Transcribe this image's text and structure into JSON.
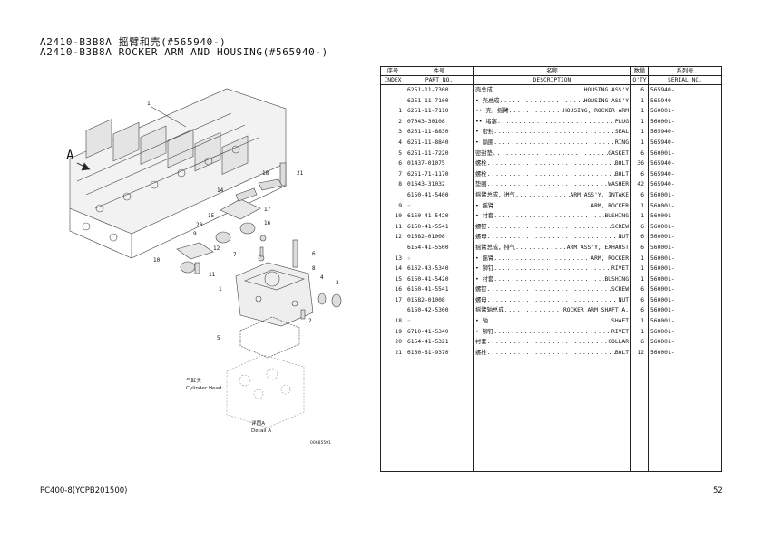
{
  "title": {
    "line1": "A2410-B3B8A 摇臂和壳(#565940-)",
    "line2": "A2410-B3B8A ROCKER ARM AND HOUSING(#565940-)"
  },
  "table": {
    "headers": {
      "index_cn": "序号",
      "index_en": "INDEX",
      "part_cn": "件号",
      "part_en": "PART NO.",
      "desc_cn": "名称",
      "desc_en": "DESCRIPTION",
      "qty_cn": "数量",
      "qty_en": "Q'TY",
      "serial_cn": "系列号",
      "serial_en": "SERIAL NO."
    },
    "rows": [
      {
        "index": "",
        "part": "6251-11-7300",
        "cn": "壳总成",
        "en": "HOUSING ASS'Y",
        "qty": "6",
        "serial": "565940-"
      },
      {
        "index": "",
        "part": "6251-11-7100",
        "cn": "• 壳总成",
        "en": "HOUSING ASS'Y",
        "qty": "1",
        "serial": "565940-"
      },
      {
        "index": "1",
        "part": "6251-11-7110",
        "cn": "•• 壳，摇臂",
        "en": "HOUSING, ROCKER ARM",
        "qty": "1",
        "serial": "560001-"
      },
      {
        "index": "2",
        "part": "07043-30108",
        "cn": "•• 堵塞",
        "en": "PLUG",
        "qty": "1",
        "serial": "560001-"
      },
      {
        "index": "3",
        "part": "6251-11-8830",
        "cn": "• 密封",
        "en": "SEAL",
        "qty": "1",
        "serial": "565940-"
      },
      {
        "index": "4",
        "part": "6251-11-8840",
        "cn": "• 隔圈",
        "en": "RING",
        "qty": "1",
        "serial": "565940-"
      },
      {
        "index": "5",
        "part": "6251-11-7220",
        "cn": "密封垫",
        "en": "GASKET",
        "qty": "6",
        "serial": "560001-"
      },
      {
        "index": "6",
        "part": "01437-01075",
        "cn": "螺栓",
        "en": "BOLT",
        "qty": "36",
        "serial": "565940-"
      },
      {
        "index": "7",
        "part": "6251-71-1170",
        "cn": "螺栓",
        "en": "BOLT",
        "qty": "6",
        "serial": "565940-"
      },
      {
        "index": "8",
        "part": "01643-31032",
        "cn": "垫圈",
        "en": "WASHER",
        "qty": "42",
        "serial": "565940-"
      },
      {
        "index": "",
        "part": "6150-41-5400",
        "cn": "摇臂总成，进气",
        "en": "ARM ASS'Y, INTAKE",
        "qty": "6",
        "serial": "560001-"
      },
      {
        "index": "9",
        "part": "☆",
        "cn": "• 摇臂",
        "en": "ARM, ROCKER",
        "qty": "1",
        "serial": "560001-"
      },
      {
        "index": "10",
        "part": "6150-41-5420",
        "cn": "• 衬套",
        "en": "BUSHING",
        "qty": "1",
        "serial": "560001-"
      },
      {
        "index": "11",
        "part": "6150-41-5541",
        "cn": "螺钉",
        "en": "SCREW",
        "qty": "6",
        "serial": "560001-"
      },
      {
        "index": "12",
        "part": "01582-01008",
        "cn": "螺母",
        "en": "NUT",
        "qty": "6",
        "serial": "560001-"
      },
      {
        "index": "",
        "part": "6154-41-5500",
        "cn": "摇臂总成，排气",
        "en": "ARM ASS'Y, EXHAUST",
        "qty": "6",
        "serial": "560001-"
      },
      {
        "index": "13",
        "part": "☆",
        "cn": "• 摇臂",
        "en": "ARM, ROCKER",
        "qty": "1",
        "serial": "560001-"
      },
      {
        "index": "14",
        "part": "6162-43-5340",
        "cn": "• 铆钉",
        "en": "RIVET",
        "qty": "1",
        "serial": "560001-"
      },
      {
        "index": "15",
        "part": "6150-41-5420",
        "cn": "• 衬套",
        "en": "BUSHING",
        "qty": "1",
        "serial": "560001-"
      },
      {
        "index": "16",
        "part": "6150-41-5541",
        "cn": "螺钉",
        "en": "SCREW",
        "qty": "6",
        "serial": "560001-"
      },
      {
        "index": "17",
        "part": "01582-01008",
        "cn": "螺母",
        "en": "NUT",
        "qty": "6",
        "serial": "560001-"
      },
      {
        "index": "",
        "part": "6150-42-5300",
        "cn": "摇臂轴总成",
        "en": "ROCKER ARM SHAFT A.",
        "qty": "6",
        "serial": "560001-"
      },
      {
        "index": "18",
        "part": "☆",
        "cn": "• 轴",
        "en": "SHAFT",
        "qty": "1",
        "serial": "560001-"
      },
      {
        "index": "19",
        "part": "6710-41-5340",
        "cn": "• 铆钉",
        "en": "RIVET",
        "qty": "1",
        "serial": "560001-"
      },
      {
        "index": "20",
        "part": "6154-41-5321",
        "cn": "衬套",
        "en": "COLLAR",
        "qty": "6",
        "serial": "560001-"
      },
      {
        "index": "21",
        "part": "6150-81-9370",
        "cn": "螺栓",
        "en": "BOLT",
        "qty": "12",
        "serial": "560001-"
      }
    ]
  },
  "diagram": {
    "callouts": [
      "1",
      "A",
      "18",
      "21",
      "14",
      "17",
      "15",
      "16",
      "20",
      "9",
      "7",
      "12",
      "6",
      "10",
      "11",
      "8",
      "1",
      "4",
      "3",
      "2",
      "5"
    ],
    "label_cylinder_cn": "气缸头",
    "label_cylinder_en": "Cylinder Head",
    "label_detail_cn": "详图A",
    "label_detail_en": "Detail A",
    "figure_id": "00685591"
  },
  "footer": {
    "model": "PC400-8(YCPB201500)",
    "page": "52"
  }
}
